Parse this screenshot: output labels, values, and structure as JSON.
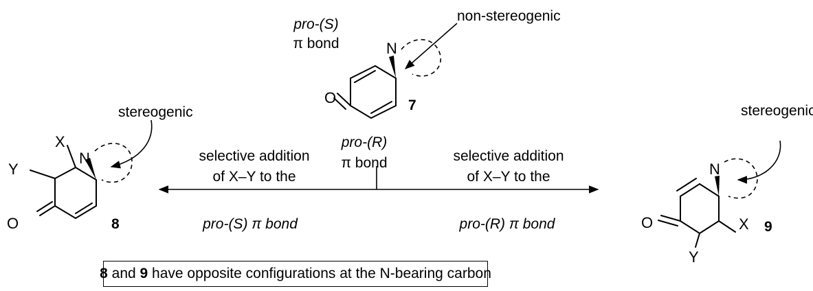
{
  "compound_7": {
    "number": "7",
    "pro_s_label": "pro-(S)",
    "pro_s_bond": "π bond",
    "pro_r_label": "pro-(R)",
    "pro_r_bond": "π bond",
    "center_note": "non-stereogenic",
    "atoms": {
      "nitrogen": "N",
      "oxygen": "O"
    }
  },
  "compound_8": {
    "number": "8",
    "center_note": "stereogenic",
    "atoms": {
      "nitrogen": "N",
      "oxygen": "O",
      "x": "X",
      "y": "Y"
    }
  },
  "compound_9": {
    "number": "9",
    "center_note": "stereogenic",
    "atoms": {
      "nitrogen": "N",
      "oxygen": "O",
      "x": "X",
      "y": "Y"
    }
  },
  "left_arrow": {
    "line1": "selective addition",
    "line2": "of X–Y to the",
    "below": "pro-(S) π bond"
  },
  "right_arrow": {
    "line1": "selective addition",
    "line2": "of X–Y to the",
    "below": "pro-(R) π bond"
  },
  "conclusion": {
    "num_a": "8",
    "connector": " and ",
    "num_b": "9",
    "text": " have opposite configurations at the N-bearing carbon"
  }
}
